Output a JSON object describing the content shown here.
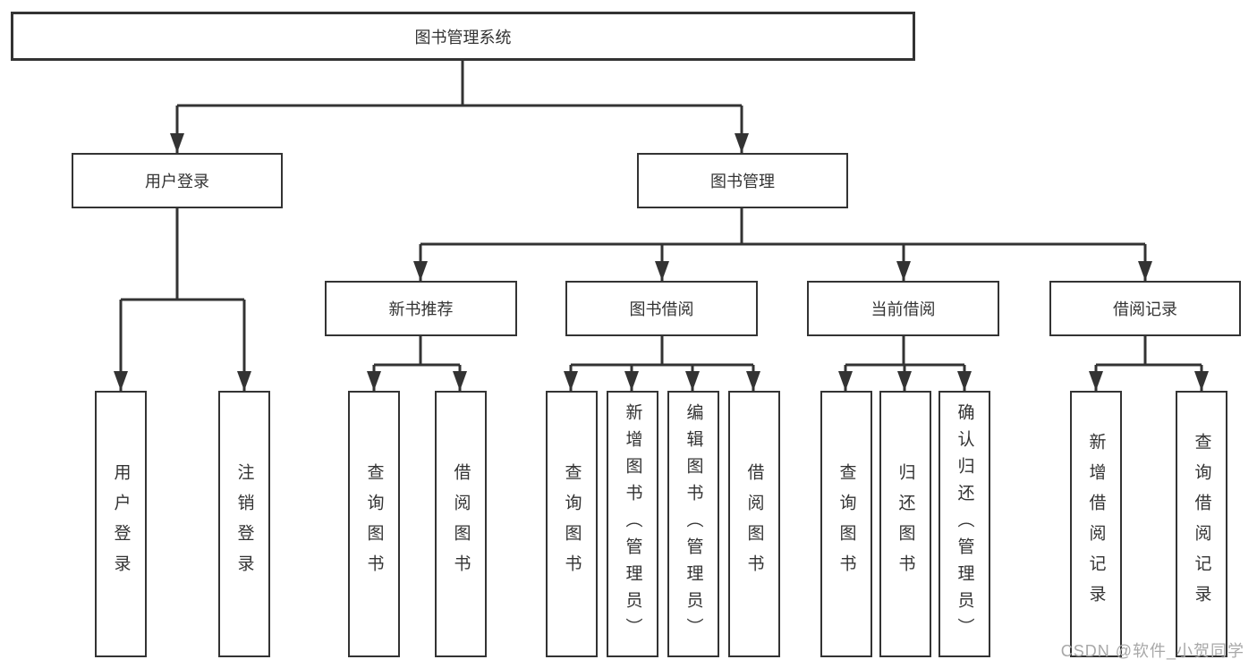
{
  "meta": {
    "background": "#ffffff",
    "line_color": "#333333",
    "text_color": "#333333",
    "watermark_color": "#a8a8a8"
  },
  "watermark": "CSDN @软件_小贺同学",
  "diagram": {
    "type": "hierarchy-tree",
    "title": "图书管理系统",
    "nodes": {
      "root": "图书管理系统",
      "user_login": "用户登录",
      "book_mgmt": "图书管理",
      "new_book_rec": "新书推荐",
      "book_borrow": "图书借阅",
      "current_borrow": "当前借阅",
      "borrow_records": "借阅记录",
      "leaf_user_login": "用户登录",
      "leaf_logout": "注销登录",
      "rec_query_book": "查询图书",
      "rec_borrow_book": "借阅图书",
      "bb_query_book": "查询图书",
      "bb_add_book": "新增图书（管理员）",
      "bb_edit_book": "编辑图书（管理员）",
      "bb_borrow_book": "借阅图书",
      "cb_query_book": "查询图书",
      "cb_return_book": "归还图书",
      "cb_confirm_return": "确认归还（管理员）",
      "br_add_record": "新增借阅记录",
      "br_query_record": "查询借阅记录"
    },
    "edges": [
      [
        "root",
        "user_login"
      ],
      [
        "root",
        "book_mgmt"
      ],
      [
        "user_login",
        "leaf_user_login"
      ],
      [
        "user_login",
        "leaf_logout"
      ],
      [
        "book_mgmt",
        "new_book_rec"
      ],
      [
        "book_mgmt",
        "book_borrow"
      ],
      [
        "book_mgmt",
        "current_borrow"
      ],
      [
        "book_mgmt",
        "borrow_records"
      ],
      [
        "new_book_rec",
        "rec_query_book"
      ],
      [
        "new_book_rec",
        "rec_borrow_book"
      ],
      [
        "book_borrow",
        "bb_query_book"
      ],
      [
        "book_borrow",
        "bb_add_book"
      ],
      [
        "book_borrow",
        "bb_edit_book"
      ],
      [
        "book_borrow",
        "bb_borrow_book"
      ],
      [
        "current_borrow",
        "cb_query_book"
      ],
      [
        "current_borrow",
        "cb_return_book"
      ],
      [
        "current_borrow",
        "cb_confirm_return"
      ],
      [
        "borrow_records",
        "br_add_record"
      ],
      [
        "borrow_records",
        "br_query_record"
      ]
    ]
  }
}
